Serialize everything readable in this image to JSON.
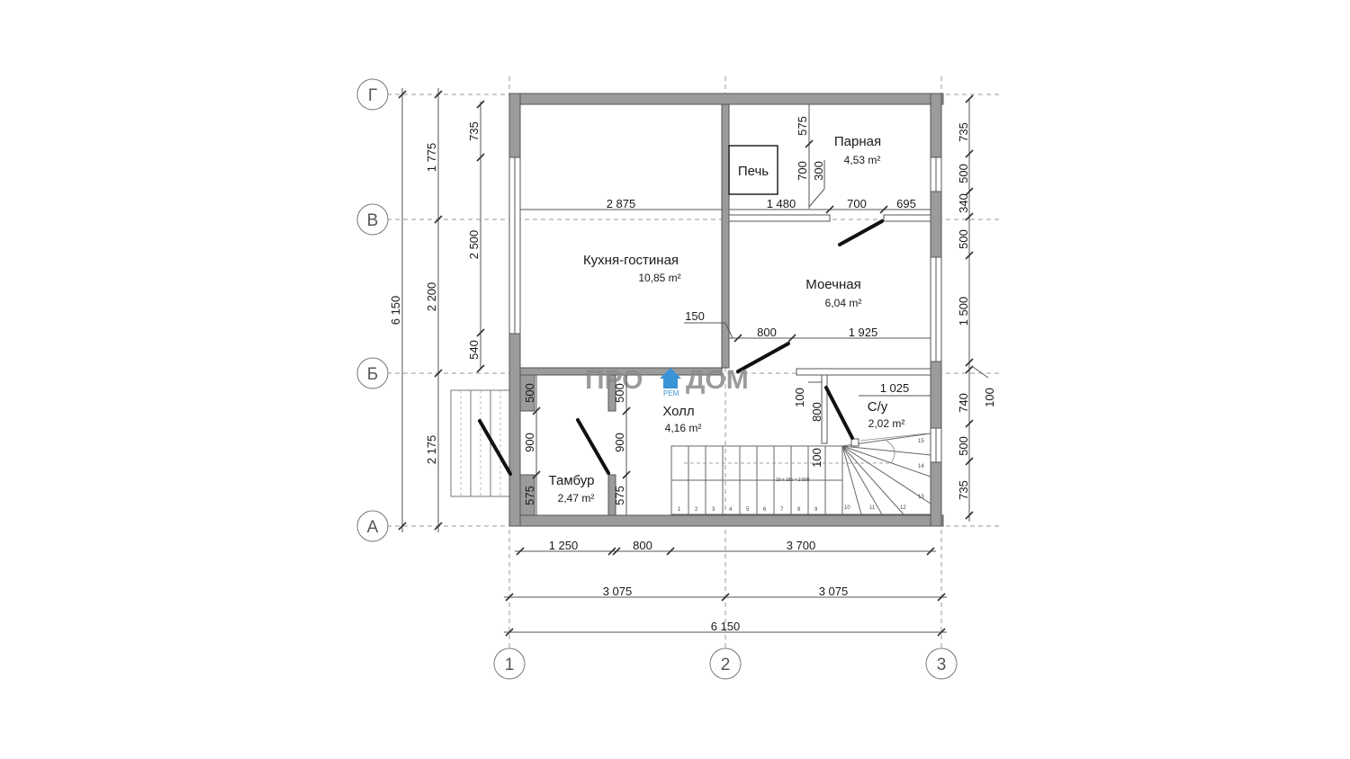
{
  "watermark": {
    "left": "ПРО",
    "right": "ДОМ",
    "sub": "РЕМ",
    "accent": "#3a93d6"
  },
  "axes": {
    "rows": [
      "Г",
      "В",
      "Б",
      "А"
    ],
    "cols": [
      "1",
      "2",
      "3"
    ]
  },
  "rooms": [
    {
      "name": "Кухня-гостиная",
      "area": "10,85 m²"
    },
    {
      "name": "Парная",
      "area": "4,53 m²"
    },
    {
      "name": "Моечная",
      "area": "6,04 m²"
    },
    {
      "name": "Холл",
      "area": "4,16 m²"
    },
    {
      "name": "С/у",
      "area": "2,02 m²"
    },
    {
      "name": "Тамбур",
      "area": "2,47 m²"
    }
  ],
  "equipment": {
    "stove": "Печь"
  },
  "dimensions": {
    "left_total": "6 150",
    "left_mid": [
      "1 775",
      "2 200",
      "2 175"
    ],
    "left_inner": [
      "735",
      "2 500",
      "540"
    ],
    "right": [
      "735",
      "500",
      "340",
      "500",
      "1 500",
      "100",
      "740",
      "500",
      "735"
    ],
    "bottom_row1": [
      "1 250",
      "800",
      "3 700"
    ],
    "bottom_row2": [
      "3 075",
      "3 075"
    ],
    "bottom_total": "6 150",
    "interior": {
      "kitchen_width": "2 875",
      "sauna_row": [
        "1 480",
        "700",
        "695"
      ],
      "sauna_side": [
        "575",
        "700",
        "300"
      ],
      "wash_row": [
        "150",
        "800",
        "1 925"
      ],
      "hall": [
        "500",
        "900",
        "575",
        "500",
        "900",
        "575"
      ],
      "wc": [
        "100",
        "800",
        "100",
        "1 025"
      ],
      "stair_note": "15 x 185 = 2 800"
    }
  },
  "stair_steps": [
    "1",
    "2",
    "3",
    "4",
    "5",
    "6",
    "7",
    "8",
    "9",
    "10",
    "11",
    "12",
    "13",
    "14",
    "15"
  ]
}
